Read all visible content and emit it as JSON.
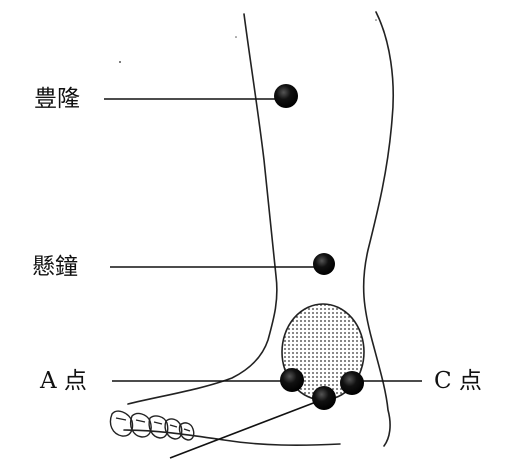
{
  "labels": {
    "fenglong": "豊隆",
    "xuanzhong": "懸鐘",
    "point_a": "A 点",
    "point_c": "C 点"
  },
  "colors": {
    "ink": "#111111",
    "marker": "#0b0b0b",
    "background": "#ffffff"
  }
}
